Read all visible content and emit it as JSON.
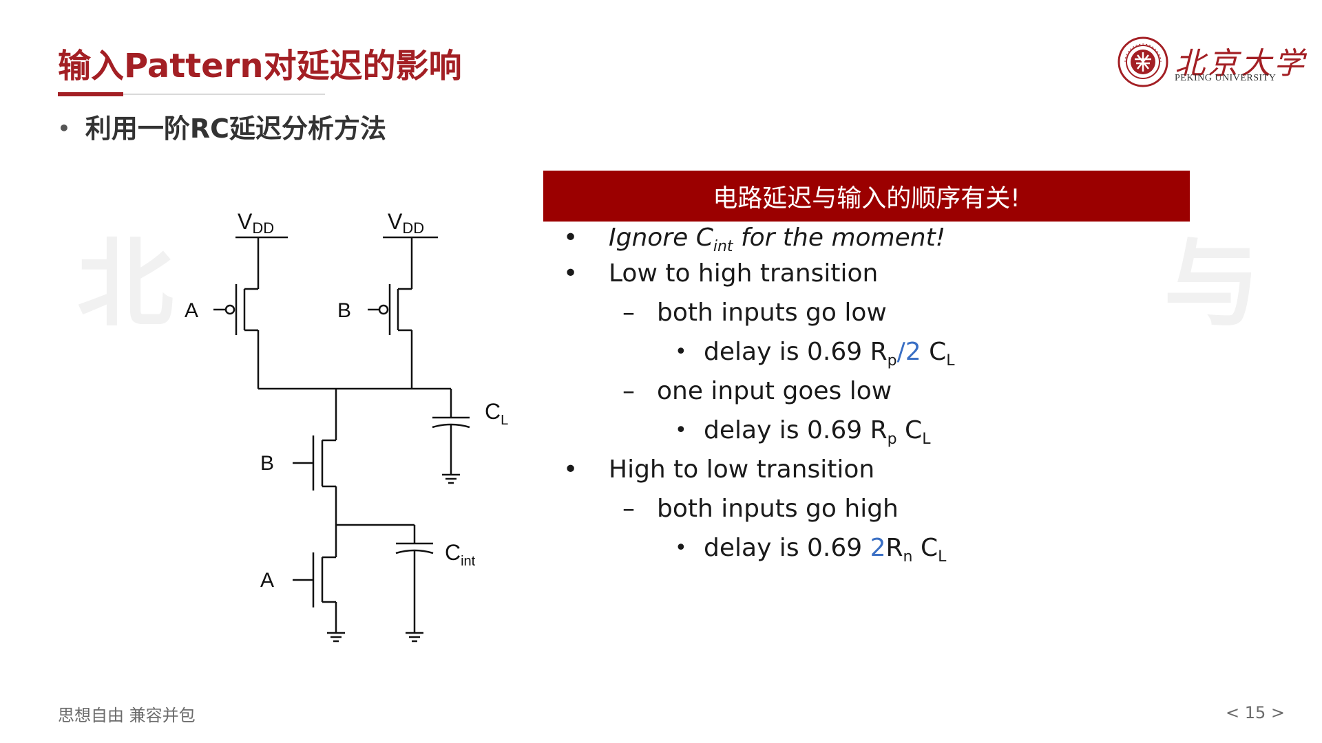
{
  "slide": {
    "title": "输入Pattern对延迟的影响",
    "bullet": "利用一阶RC延迟分析方法",
    "bullet_marker": "•"
  },
  "logo": {
    "name_cn": "北京大学",
    "name_en": "PEKING UNIVERSITY",
    "color": "#a31f24"
  },
  "watermark": {
    "left": "北",
    "right": "与"
  },
  "circuit": {
    "vdd_left": "V",
    "vdd_left_sub": "DD",
    "vdd_right": "V",
    "vdd_right_sub": "DD",
    "pmos_left_input": "A",
    "pmos_right_input": "B",
    "nmos_top_input": "B",
    "nmos_bottom_input": "A",
    "cap_load": "C",
    "cap_load_sub": "L",
    "cap_int": "C",
    "cap_int_sub": "int"
  },
  "banner": {
    "text": "电路延迟与输入的顺序有关!",
    "color": "#9b0000"
  },
  "list": {
    "item1": {
      "marker": "•",
      "pre": "Ignore C",
      "sub": "int",
      "post": " for the moment!"
    },
    "item2": {
      "marker": "•",
      "text": "Low to high transition"
    },
    "item2a": {
      "marker": "–",
      "text": "both inputs go low"
    },
    "item2a_i": {
      "marker": "•",
      "pre": "delay is 0.69 R",
      "sub1": "p",
      "blue": "/2",
      "c": " C",
      "sub2": "L"
    },
    "item2b": {
      "marker": "–",
      "text": "one input goes low"
    },
    "item2b_i": {
      "marker": "•",
      "pre": "delay is 0.69 R",
      "sub1": "p",
      "c": " C",
      "sub2": "L"
    },
    "item3": {
      "marker": "•",
      "text": "High to low transition"
    },
    "item3a": {
      "marker": "–",
      "text": "both inputs go high"
    },
    "item3a_i": {
      "marker": "•",
      "pre": "delay is 0.69 ",
      "blue": "2",
      "r": "R",
      "sub1": "n",
      "c": " C",
      "sub2": "L"
    }
  },
  "footer": {
    "motto": "思想自由 兼容并包",
    "page": "< 15 >"
  }
}
